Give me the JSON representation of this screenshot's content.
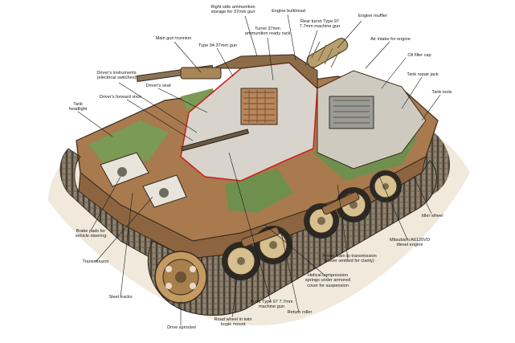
{
  "labels": {
    "right_side_ammo": "Right side ammunition\nstorage for 37mm gun",
    "engine_bulkhead": "Engine bulkhead",
    "engine_muffler": "Engine muffler",
    "turret_ammo": "Turret 37mm\nammunition ready rack",
    "rear_turret_mg": "Rear turret Type 97\n7.7mm machine gun",
    "main_gun_trunnion": "Main gun trunnion",
    "type94_gun": "Type 94 37mm gun",
    "air_intake": "Air intake for engine",
    "oil_filler": "Oil filler cap",
    "drivers_instruments": "Driver's instruments\n(electrical switches)",
    "drivers_seat": "Driver's seat",
    "tank_repair_jack": "Tank repair jack",
    "drivers_visor": "Driver's forward visor",
    "tank_tools": "Tank tools",
    "tank_headlight": "Tank\nheadlight",
    "idler_wheel": "Idler wheel",
    "brake_pads": "Brake pads for\nvehicle steering",
    "diesel_engine": "Mitsubishi A6120VD\ndiesel engine",
    "transmission": "Transmission",
    "power_train": "Power train to transmission\n(cover omitted for clarity)",
    "helical_springs": "Helical compression\nsprings under armored\ncover for suspension",
    "steel_tracks": "Steel tracks",
    "front_mg": "Front Type 97 7.7mm\nmachine gun",
    "return_roller": "Return roller",
    "drive_sprocket": "Drive sprocket",
    "road_wheel": "Road wheel in twin\nbogie mount"
  }
}
